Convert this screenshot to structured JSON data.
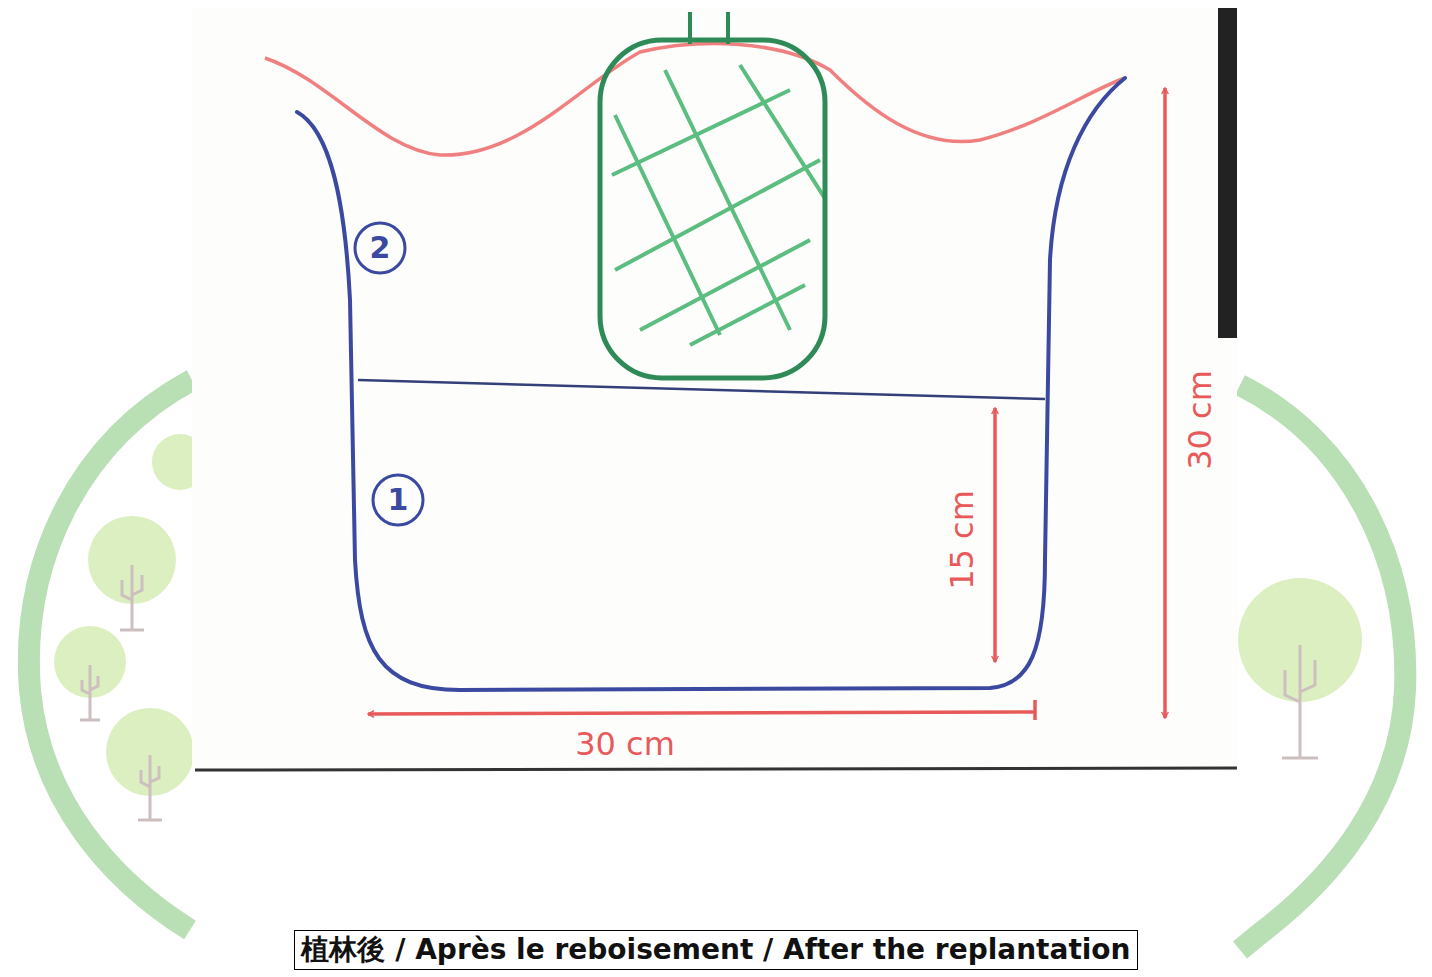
{
  "diagram": {
    "caption": "植林後 / Après le reboisement / After the replantation",
    "labels": [
      "2",
      "1",
      "15 cm",
      "30 cm",
      "30 cm"
    ]
  }
}
